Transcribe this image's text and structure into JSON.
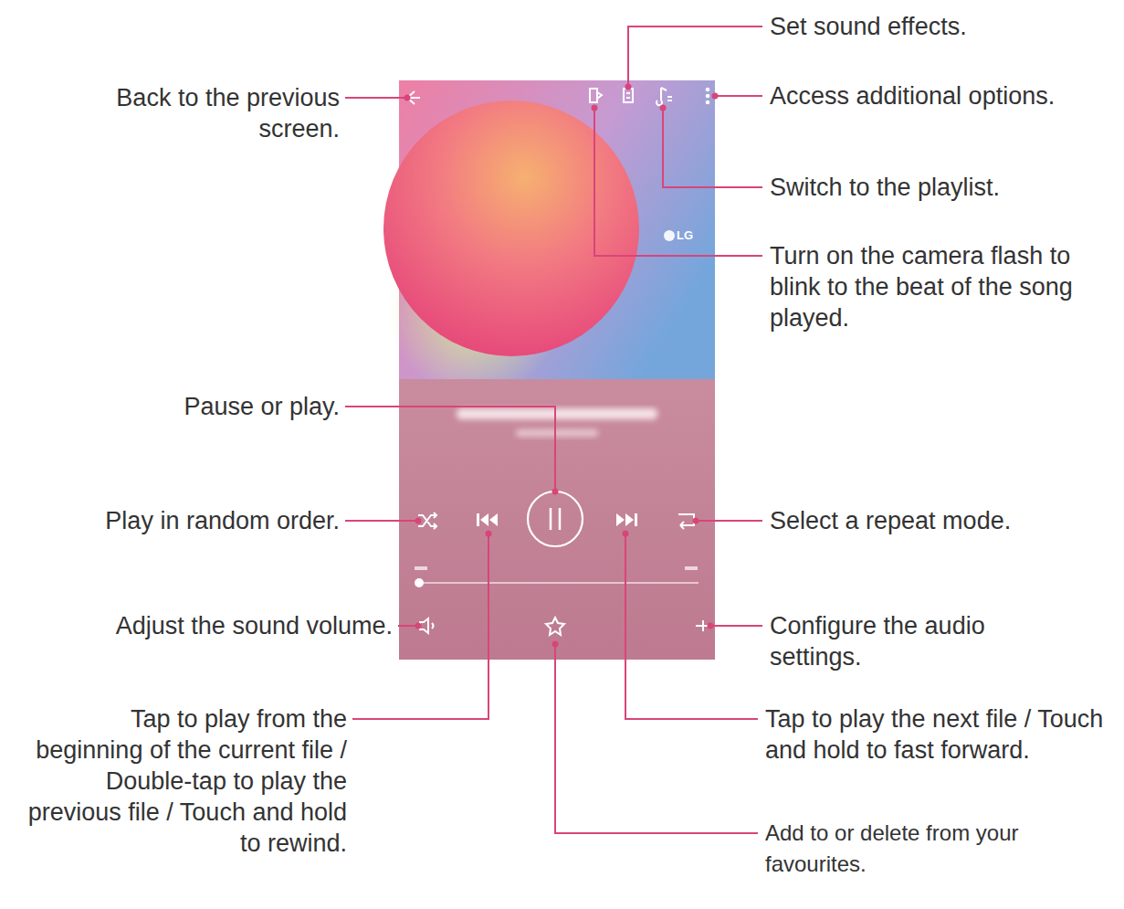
{
  "diagram": {
    "labels": [
      "Set sound effects.",
      "Back to the previous screen.",
      "Access additional options.",
      "Switch to the playlist.",
      "Turn on the camera flash to blink to the beat of the song played.",
      "Pause or play.",
      "Play in random order.",
      "Select a repeat mode.",
      "Adjust the sound volume.",
      "Configure the audio settings.",
      "Tap to play from the beginning of the current file / Double-tap to play the previous file / Touch and hold to rewind.",
      "Tap to play the next file / Touch and hold to fast forward.",
      "Add to or delete from your favourites.",
      "LG"
    ]
  }
}
